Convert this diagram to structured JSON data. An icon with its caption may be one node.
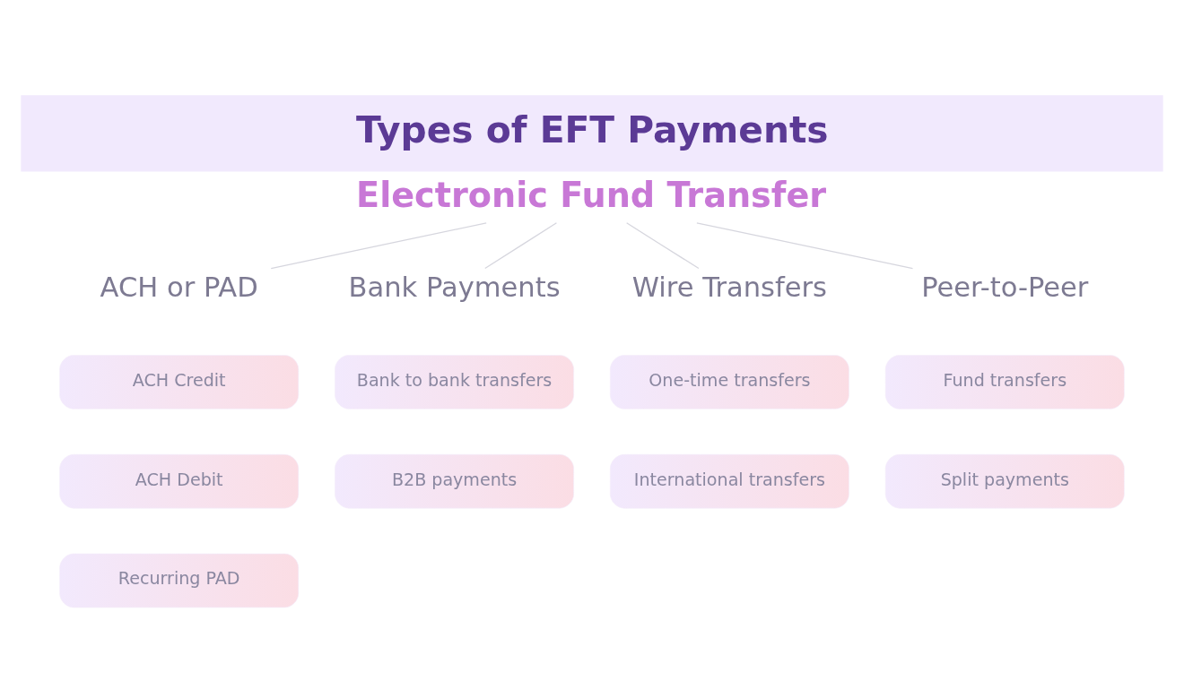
{
  "diagram": {
    "title": "Types of EFT Payments",
    "nodes": [
      {
        "text": [
          "Electronic Fund Transfer"
        ]
      },
      {
        "text": [
          "ACH or PAD"
        ]
      },
      {
        "text": [
          "Bank Payments"
        ]
      },
      {
        "text": [
          "Wire Transfers"
        ]
      },
      {
        "text": [
          "Peer-to-Peer"
        ]
      },
      {
        "text": [
          "ACH Credit"
        ]
      },
      {
        "text": [
          "Bank to bank transfers"
        ]
      },
      {
        "text": [
          "One-time transfers"
        ]
      },
      {
        "text": [
          "Fund transfers"
        ]
      },
      {
        "text": [
          "ACH Debit"
        ]
      },
      {
        "text": [
          "B2B payments"
        ]
      },
      {
        "text": [
          "International transfers"
        ]
      },
      {
        "text": [
          "Split payments"
        ]
      },
      {
        "text": [
          "Recurring PAD"
        ]
      }
    ],
    "edges": [
      {
        "from": 0,
        "to": 1,
        "arrow": "none"
      },
      {
        "from": 0,
        "to": 2,
        "arrow": "none"
      },
      {
        "from": 0,
        "to": 3,
        "arrow": "none"
      },
      {
        "from": 0,
        "to": 4,
        "arrow": "none"
      }
    ]
  }
}
